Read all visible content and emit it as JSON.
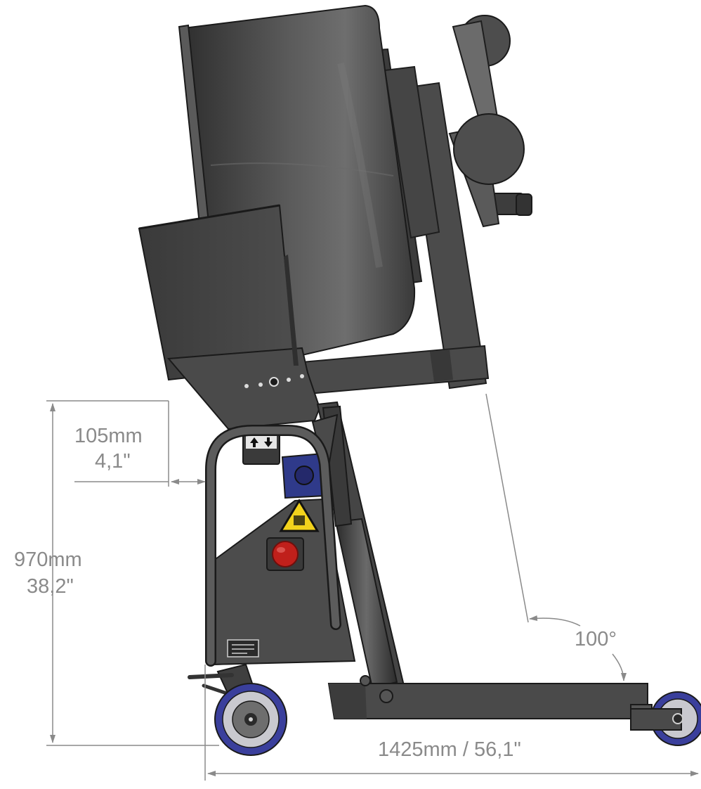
{
  "dimensions": {
    "overhang": {
      "metric": "105mm",
      "imperial": "4,1\""
    },
    "height": {
      "metric": "970mm",
      "imperial": "38,2\""
    },
    "tilt_angle": "100°",
    "length": "1425mm / 56,1\""
  },
  "colors": {
    "frame": "#4a4a4a",
    "frame_dark": "#2e2e2e",
    "bowl": "#3f3f3f",
    "wheel_blue": "#3a3f9c",
    "stop_button": "#c0201b",
    "warning_yellow": "#f2d21c",
    "dimension_line": "#8a8a8a"
  },
  "icons": {
    "up_down_arrows": "up-down-arrows-icon",
    "hazard_sign": "crush-hazard-warning-icon"
  }
}
